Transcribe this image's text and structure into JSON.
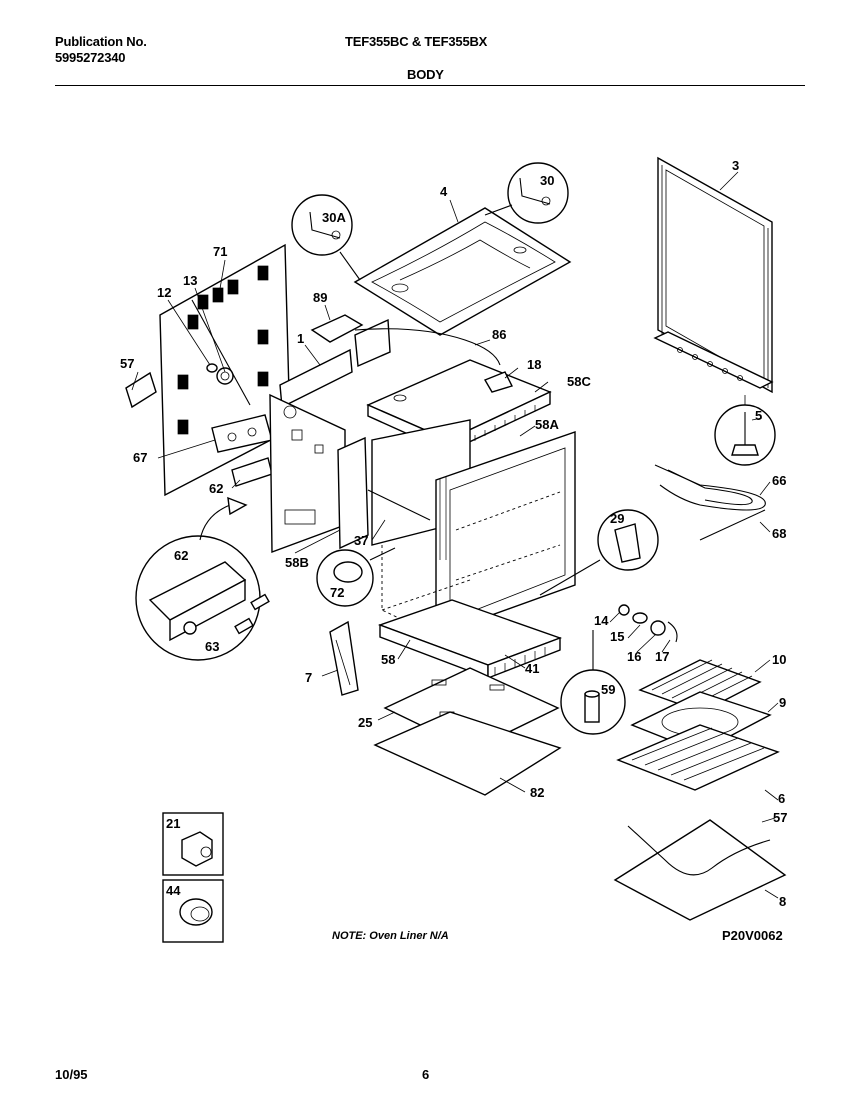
{
  "header": {
    "publication_label": "Publication No.",
    "publication_number": "5995272340",
    "model": "TEF355BC & TEF355BX",
    "section": "BODY"
  },
  "diagram": {
    "callouts": [
      "3",
      "4",
      "30",
      "30A",
      "71",
      "13",
      "12",
      "89",
      "1",
      "57",
      "86",
      "18",
      "58C",
      "58A",
      "5",
      "67",
      "62",
      "66",
      "68",
      "29",
      "37",
      "58B",
      "72",
      "14",
      "15",
      "16",
      "17",
      "10",
      "9",
      "62",
      "63",
      "7",
      "58",
      "41",
      "59",
      "25",
      "6",
      "82",
      "57",
      "8",
      "21",
      "44"
    ],
    "note": "NOTE: Oven Liner N/A",
    "drawing_code": "P20V0062"
  },
  "footer": {
    "date": "10/95",
    "page": "6"
  }
}
